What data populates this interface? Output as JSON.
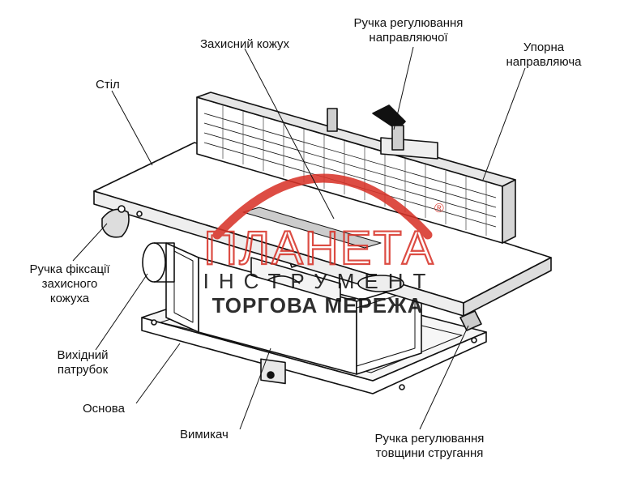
{
  "labels": {
    "guard": "Захисний кожух",
    "fence_knob": "Ручка регулювання\nнаправляючої",
    "fence": "Упорна\nнаправляюча",
    "table": "Стіл",
    "guard_lock_knob": "Ручка фіксації\nзахисного\nкожуха",
    "outlet": "Вихідний\nпатрубок",
    "base": "Основа",
    "switch": "Вимикач",
    "depth_knob": "Ручка регулювання\nтовщини стругання"
  },
  "watermark": {
    "brand": "ПЛАНЕТА",
    "subtitle": "ІНСТРУМЕНТ",
    "tagline": "ТОРГОВА МЕРЕЖА",
    "registered": "®",
    "accent_color": "#d8342a"
  }
}
